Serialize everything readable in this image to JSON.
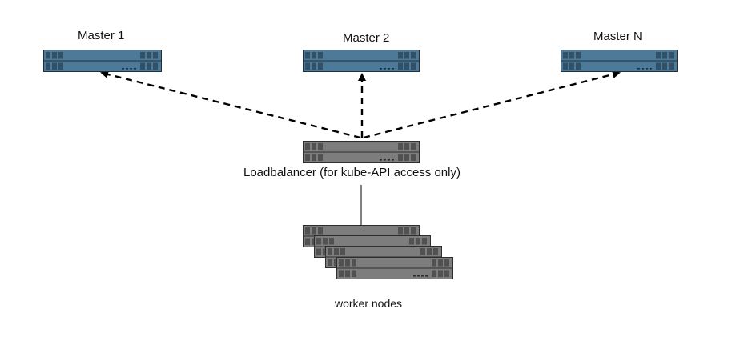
{
  "labels": {
    "master1": "Master 1",
    "master2": "Master 2",
    "masterN": "Master N",
    "loadbalancer": "Loadbalancer (for kube-API access only)",
    "workers": "worker nodes"
  },
  "colors": {
    "master_fill": "#4d7a99",
    "master_frame": "#1f2f3c",
    "gray_fill": "#7d7d7d",
    "gray_frame": "#2e2e2e",
    "arrow": "#000000"
  }
}
